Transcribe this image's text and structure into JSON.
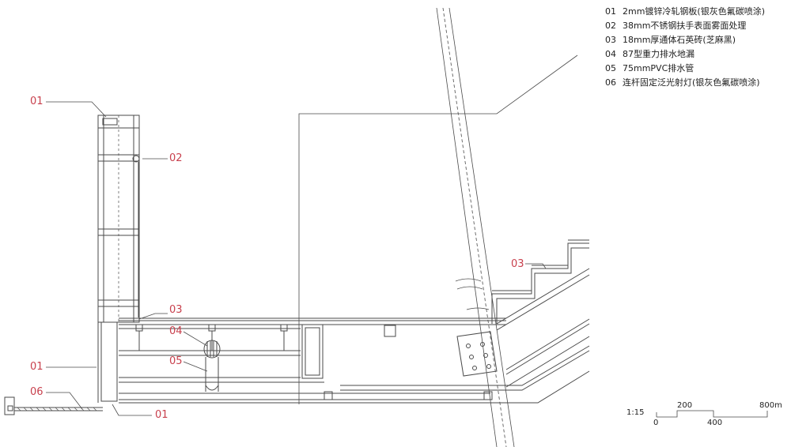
{
  "legend": [
    {
      "num": "01",
      "text": "2mm镀锌冷轧钢板(银灰色氟碳喷涂)"
    },
    {
      "num": "02",
      "text": "38mm不锈钢扶手表面雾面处理"
    },
    {
      "num": "03",
      "text": "18mm厚通体石英砖(芝麻黑)"
    },
    {
      "num": "04",
      "text": "87型重力排水地漏"
    },
    {
      "num": "05",
      "text": "75mmPVC排水管"
    },
    {
      "num": "06",
      "text": "连杆固定泛光射灯(银灰色氟碳喷涂)"
    }
  ],
  "callouts": {
    "c01_top": "01",
    "c02": "02",
    "c03_floor": "03",
    "c03_stair": "03",
    "c04": "04",
    "c05": "05",
    "c01_mid": "01",
    "c06": "06",
    "c01_bottom": "01"
  },
  "scale": {
    "ratio": "1:15",
    "ticks": [
      "0",
      "200",
      "400",
      "800m"
    ]
  },
  "colors": {
    "line": "#4a4a4a",
    "callout": "#c8404d",
    "text": "#222222"
  }
}
